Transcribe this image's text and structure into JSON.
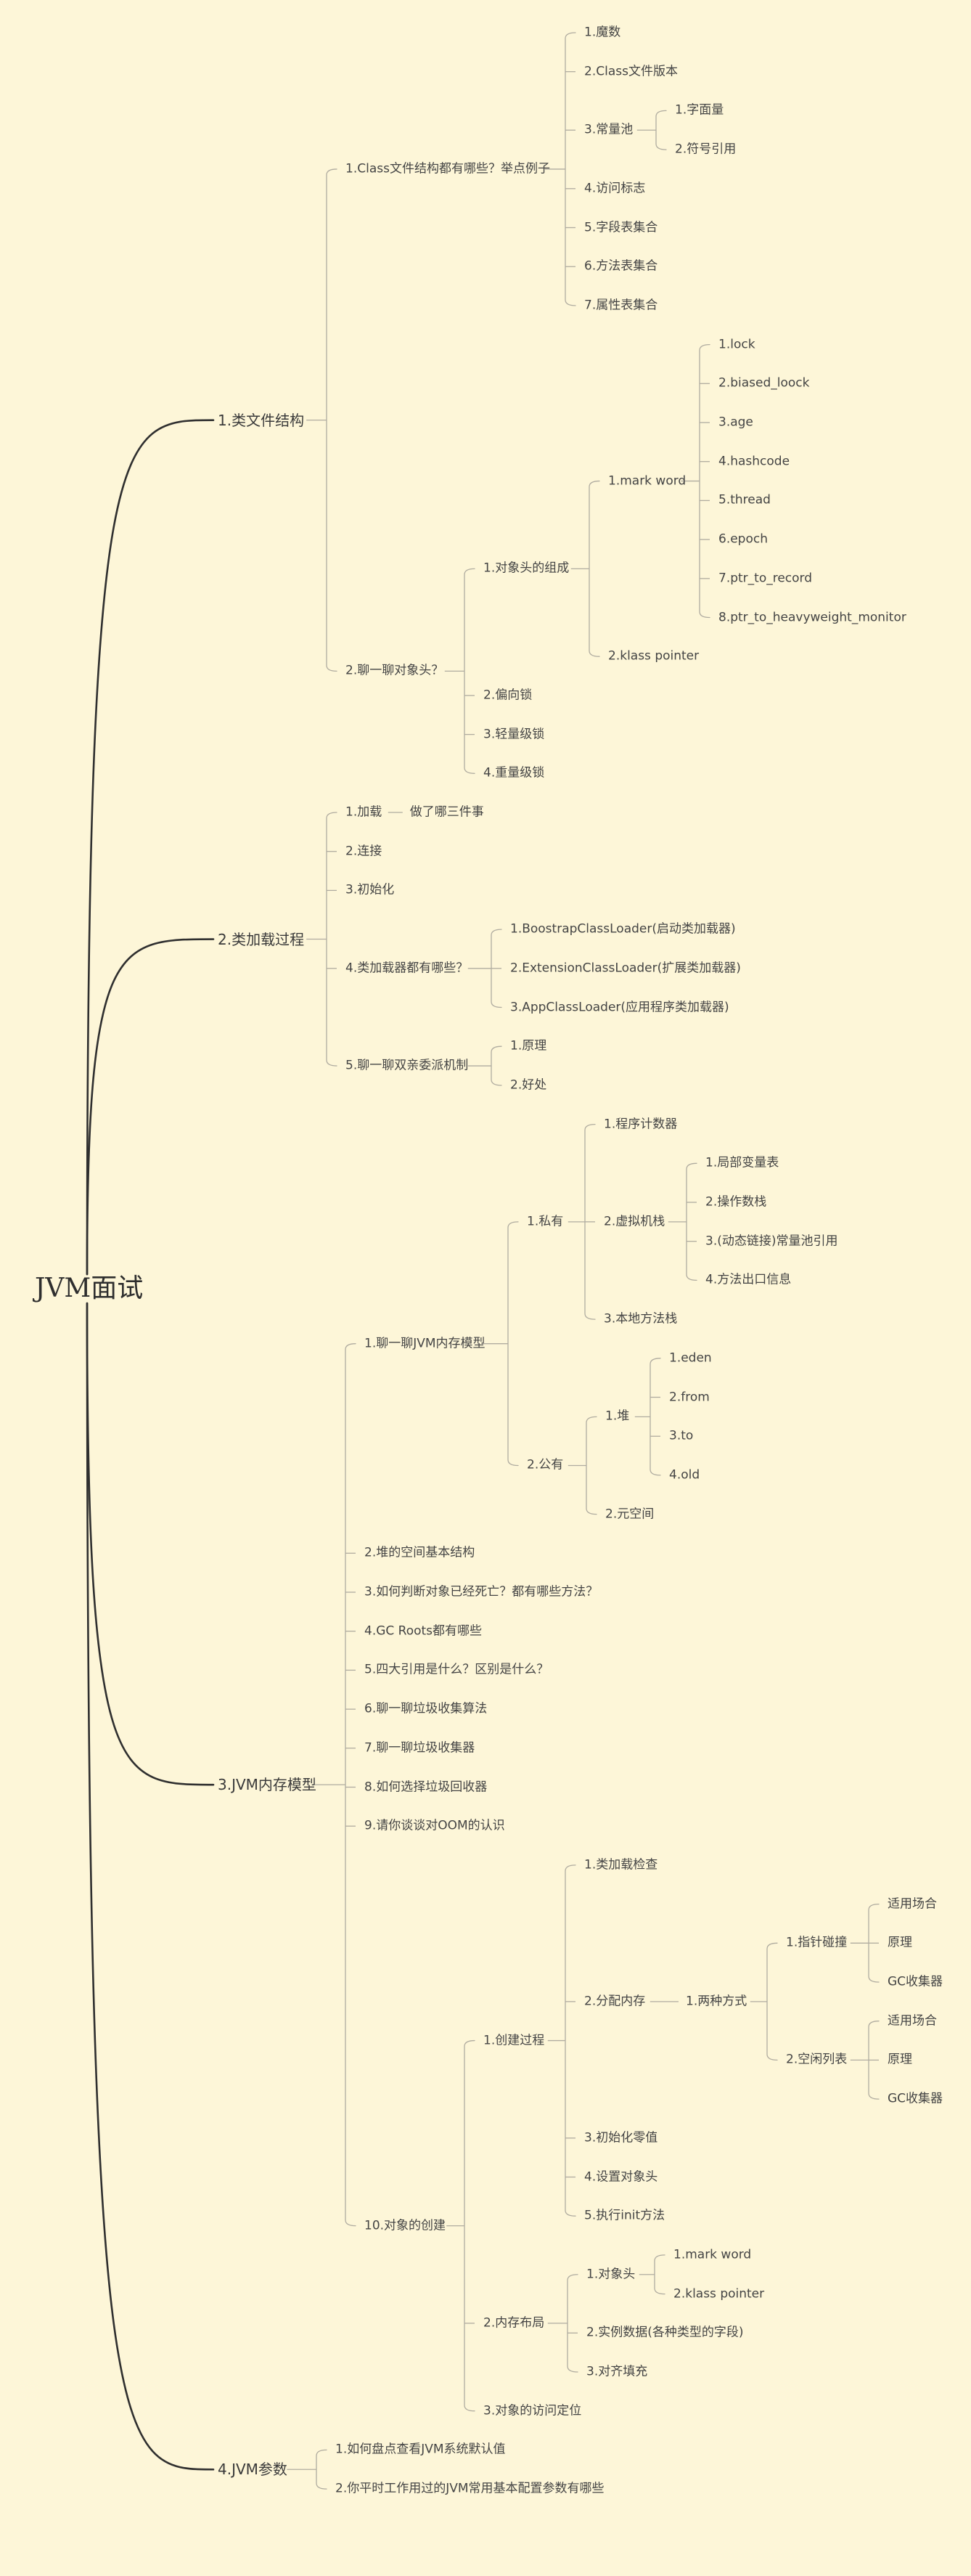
{
  "colors": {
    "background": "#fdf6d8",
    "line": "#b0aca0",
    "main_line": "#2f2f2f",
    "text": "#444444"
  },
  "mindmap": {
    "root": "JVM面试",
    "branches": [
      {
        "label": "1.类文件结构",
        "children": [
          {
            "label": "1.Class文件结构都有哪些？举点例子",
            "children": [
              {
                "label": "1.魔数"
              },
              {
                "label": "2.Class文件版本"
              },
              {
                "label": "3.常量池",
                "children": [
                  {
                    "label": "1.字面量"
                  },
                  {
                    "label": "2.符号引用"
                  }
                ]
              },
              {
                "label": "4.访问标志"
              },
              {
                "label": "5.字段表集合"
              },
              {
                "label": "6.方法表集合"
              },
              {
                "label": "7.属性表集合"
              }
            ]
          },
          {
            "label": "2.聊一聊对象头？",
            "children": [
              {
                "label": "1.对象头的组成",
                "children": [
                  {
                    "label": "1.mark word",
                    "children": [
                      {
                        "label": "1.lock"
                      },
                      {
                        "label": "2.biased_loock"
                      },
                      {
                        "label": "3.age"
                      },
                      {
                        "label": "4.hashcode"
                      },
                      {
                        "label": "5.thread"
                      },
                      {
                        "label": "6.epoch"
                      },
                      {
                        "label": "7.ptr_to_record"
                      },
                      {
                        "label": "8.ptr_to_heavyweight_monitor"
                      }
                    ]
                  },
                  {
                    "label": "2.klass pointer"
                  }
                ]
              },
              {
                "label": "2.偏向锁"
              },
              {
                "label": "3.轻量级锁"
              },
              {
                "label": "4.重量级锁"
              }
            ]
          }
        ]
      },
      {
        "label": "2.类加载过程",
        "children": [
          {
            "label": "1.加载",
            "children": [
              {
                "label": "做了哪三件事"
              }
            ]
          },
          {
            "label": "2.连接"
          },
          {
            "label": "3.初始化"
          },
          {
            "label": "4.类加载器都有哪些？",
            "children": [
              {
                "label": "1.BoostrapClassLoader(启动类加载器)"
              },
              {
                "label": "2.ExtensionClassLoader(扩展类加载器)"
              },
              {
                "label": "3.AppClassLoader(应用程序类加载器)"
              }
            ]
          },
          {
            "label": "5.聊一聊双亲委派机制",
            "children": [
              {
                "label": "1.原理"
              },
              {
                "label": "2.好处"
              }
            ]
          }
        ]
      },
      {
        "label": "3.JVM内存模型",
        "children": [
          {
            "label": "1.聊一聊JVM内存模型",
            "children": [
              {
                "label": "1.私有",
                "children": [
                  {
                    "label": "1.程序计数器"
                  },
                  {
                    "label": "2.虚拟机栈",
                    "children": [
                      {
                        "label": "1.局部变量表"
                      },
                      {
                        "label": "2.操作数栈"
                      },
                      {
                        "label": "3.(动态链接)常量池引用"
                      },
                      {
                        "label": "4.方法出口信息"
                      }
                    ]
                  },
                  {
                    "label": "3.本地方法栈"
                  }
                ]
              },
              {
                "label": "2.公有",
                "children": [
                  {
                    "label": "1.堆",
                    "children": [
                      {
                        "label": "1.eden"
                      },
                      {
                        "label": "2.from"
                      },
                      {
                        "label": "3.to"
                      },
                      {
                        "label": "4.old"
                      }
                    ]
                  },
                  {
                    "label": "2.元空间"
                  }
                ]
              }
            ]
          },
          {
            "label": "2.堆的空间基本结构"
          },
          {
            "label": "3.如何判断对象已经死亡？都有哪些方法？"
          },
          {
            "label": "4.GC Roots都有哪些"
          },
          {
            "label": "5.四大引用是什么？区别是什么？"
          },
          {
            "label": "6.聊一聊垃圾收集算法"
          },
          {
            "label": "7.聊一聊垃圾收集器"
          },
          {
            "label": "8.如何选择垃圾回收器"
          },
          {
            "label": "9.请你谈谈对OOM的认识"
          },
          {
            "label": "10.对象的创建",
            "children": [
              {
                "label": "1.创建过程",
                "children": [
                  {
                    "label": "1.类加载检查"
                  },
                  {
                    "label": "2.分配内存",
                    "children": [
                      {
                        "label": "1.两种方式",
                        "children": [
                          {
                            "label": "1.指针碰撞",
                            "children": [
                              {
                                "label": "适用场合"
                              },
                              {
                                "label": "原理"
                              },
                              {
                                "label": "GC收集器"
                              }
                            ]
                          },
                          {
                            "label": "2.空闲列表",
                            "children": [
                              {
                                "label": "适用场合"
                              },
                              {
                                "label": "原理"
                              },
                              {
                                "label": "GC收集器"
                              }
                            ]
                          }
                        ]
                      }
                    ]
                  },
                  {
                    "label": "3.初始化零值"
                  },
                  {
                    "label": "4.设置对象头"
                  },
                  {
                    "label": "5.执行init方法"
                  }
                ]
              },
              {
                "label": "2.内存布局",
                "children": [
                  {
                    "label": "1.对象头",
                    "children": [
                      {
                        "label": "1.mark word"
                      },
                      {
                        "label": "2.klass pointer"
                      }
                    ]
                  },
                  {
                    "label": "2.实例数据(各种类型的字段)"
                  },
                  {
                    "label": "3.对齐填充"
                  }
                ]
              },
              {
                "label": "3.对象的访问定位"
              }
            ]
          }
        ]
      },
      {
        "label": "4.JVM参数",
        "children": [
          {
            "label": "1.如何盘点查看JVM系统默认值"
          },
          {
            "label": "2.你平时工作用过的JVM常用基本配置参数有哪些"
          }
        ]
      }
    ]
  }
}
